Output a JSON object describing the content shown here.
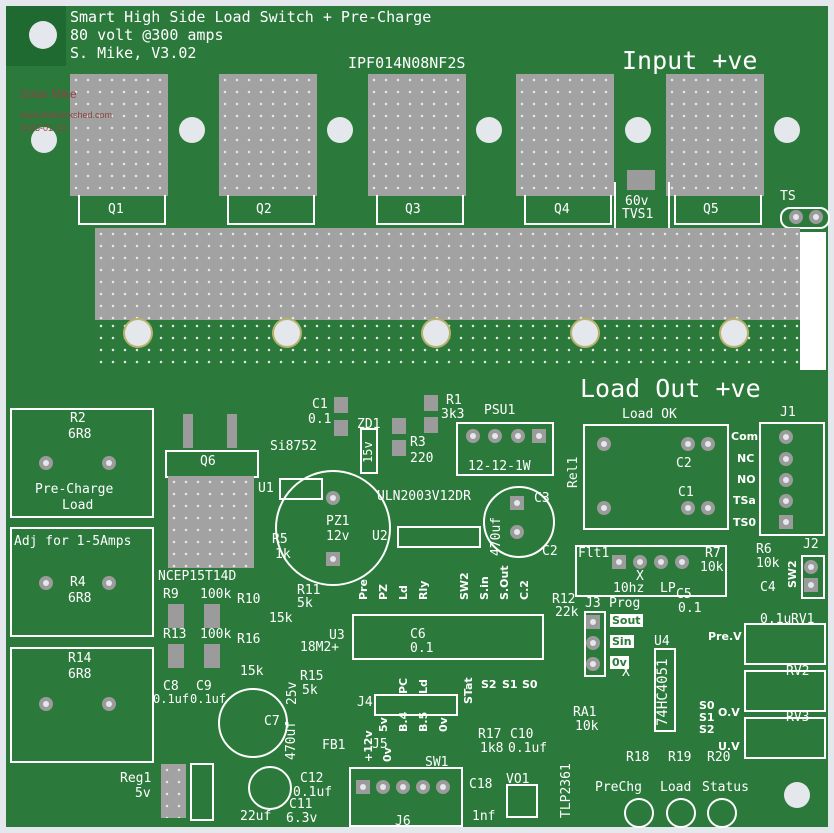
{
  "header": {
    "title_line1": "Smart High Side Load Switch + Pre-Charge",
    "title_line2": "80 volt @300 amps",
    "title_line3": "S. Mike, V3.02",
    "author": "Solar Mike",
    "website": "www.thebackshed.com",
    "date": "2023-01-19",
    "mosfet_part": "IPF014N08NF2S",
    "input_label": "Input +ve",
    "output_label": "Load Out +ve"
  },
  "mosfets": [
    "Q1",
    "Q2",
    "Q3",
    "Q4",
    "Q5"
  ],
  "silk": {
    "tvs_v": "60v",
    "tvs": "TVS1",
    "ts": "TS",
    "load_ok": "Load OK",
    "j1": "J1",
    "com": "Com",
    "nc": "NC",
    "no": "NO",
    "tsa": "TSa",
    "ts0": "TS0",
    "c1": "C1",
    "c1v": "0.1",
    "zd1": "ZD1",
    "zd1v": "15v",
    "r1": "R1",
    "r1v": "3k3",
    "psu1": "PSU1",
    "psu1v": "12-12-1W",
    "r3": "R3",
    "r3v": "220",
    "si8752": "Si8752",
    "u1": "U1",
    "pz1": "PZ1",
    "pz1v": "12v",
    "r5": "R5",
    "r5v": "1k",
    "u2": "U2",
    "uln": "ULN2003V12DR",
    "c3": "C3",
    "c3v": "470uf",
    "c2": "C2",
    "rel1": "Rel1",
    "rel_c2": "C2",
    "rel_c1": "C1",
    "r2": "R2",
    "r2v": "6R8",
    "precharge": "Pre-Charge",
    "load": "Load",
    "adj": "Adj for 1-5Amps",
    "r4": "R4",
    "r4v": "6R8",
    "r14": "R14",
    "r14v": "6R8",
    "q6": "Q6",
    "q6part": "NCEP15T14D",
    "r9": "R9",
    "r9v": "100k",
    "r13": "R13",
    "r13v": "100k",
    "r10": "R10",
    "r16": "R16",
    "r16v": "15k",
    "r11": "R11",
    "r11v": "5k",
    "r10v": "15k",
    "u3": "U3",
    "u3v": "18M2+",
    "c6": "C6",
    "c6v": "0.1",
    "r15": "R15",
    "r15v": "5k",
    "c8": "C8",
    "c9": "C9",
    "c8v": "0.1uf",
    "c9v": "0.1uf",
    "c7": "C7",
    "c7v": "470uf",
    "c7volt": "25v",
    "p_pre": "Pre",
    "p_pz": "PZ",
    "p_ld": "Ld",
    "p_rly": "Rly",
    "p_sw2": "SW2",
    "p_sin": "S.in",
    "p_sout": "S.Out",
    "p_c2": "C.2",
    "p_pc": "PC",
    "p_ld2": "Ld",
    "p_stat": "STat",
    "p_s2": "S2",
    "p_s1": "S1",
    "p_s0": "S0",
    "j4": "J4",
    "j4_5v": "5v",
    "j4_b4": "B.4",
    "j4_b5": "B.5",
    "j4_0v": "0v",
    "j5": "J5",
    "p12v": "+12v",
    "p0v": "0v",
    "fb1": "FB1",
    "sw1": "SW1",
    "r17": "R17",
    "r17v": "1k8",
    "c10": "C10",
    "c10v": "0.1uf",
    "c18": "C18",
    "c18v": "1nf",
    "vo1": "VO1",
    "tlp": "TLP2361",
    "c12": "C12",
    "c12v": "0.1uf",
    "c11": "C11",
    "c11v": "6.3v",
    "c11c": "22uf",
    "reg1": "Reg1",
    "reg1v": "5v",
    "j6": "J6",
    "r12": "R12",
    "r12v": "22k",
    "j3": "J3",
    "prog": "Prog",
    "sout": "Sout",
    "sin": "Sin",
    "zero_v": "0v",
    "u4": "U4",
    "u4part": "74HC4051",
    "s0": "S0",
    "s1": "S1",
    "s2": "S2",
    "x_u4": "X",
    "ra1": "RA1",
    "ra1v": "10k",
    "flt1": "Flt1",
    "flt_x": "X",
    "flt_10hz": "10hz",
    "flt_lp": "LP",
    "r7": "R7",
    "r7v": "10k",
    "r6": "R6",
    "r6v": "10k",
    "j2": "J2",
    "sw2": "SW2",
    "c4": "C4",
    "c4v": "0.1u",
    "c5": "C5",
    "c5v": "0.1",
    "rv1": "RV1",
    "rv2": "RV2",
    "rv3": "RV3",
    "prev": "Pre.V",
    "ov": "O.V",
    "uv": "U.V",
    "r18": "R18",
    "r19": "R19",
    "r20": "R20",
    "led_prechg": "PreChg",
    "led_load": "Load",
    "led_status": "Status"
  }
}
